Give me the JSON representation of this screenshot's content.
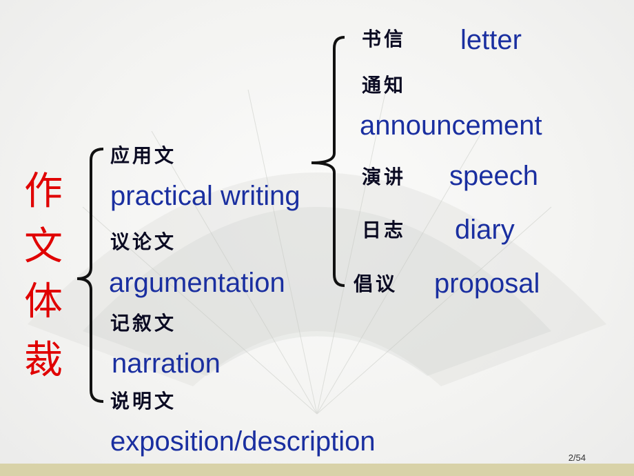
{
  "title_chars": [
    "作",
    "文",
    "体",
    "裁"
  ],
  "genres": [
    {
      "cn": "应用文",
      "en": "practical writing"
    },
    {
      "cn": "议论文",
      "en": "argumentation"
    },
    {
      "cn": "记叙文",
      "en": "narration"
    },
    {
      "cn": "说明文",
      "en": "exposition/description"
    }
  ],
  "practical_types": [
    {
      "cn": "书信",
      "en": "letter"
    },
    {
      "cn": "通知",
      "en": "announcement"
    },
    {
      "cn": "演讲",
      "en": "speech"
    },
    {
      "cn": "日志",
      "en": "diary"
    },
    {
      "cn": "倡议",
      "en": "proposal"
    }
  ],
  "page_number": "2/54",
  "colors": {
    "title": "#e00000",
    "chinese": "#0a0a22",
    "english": "#1a2fa0",
    "bracket": "#111111"
  }
}
